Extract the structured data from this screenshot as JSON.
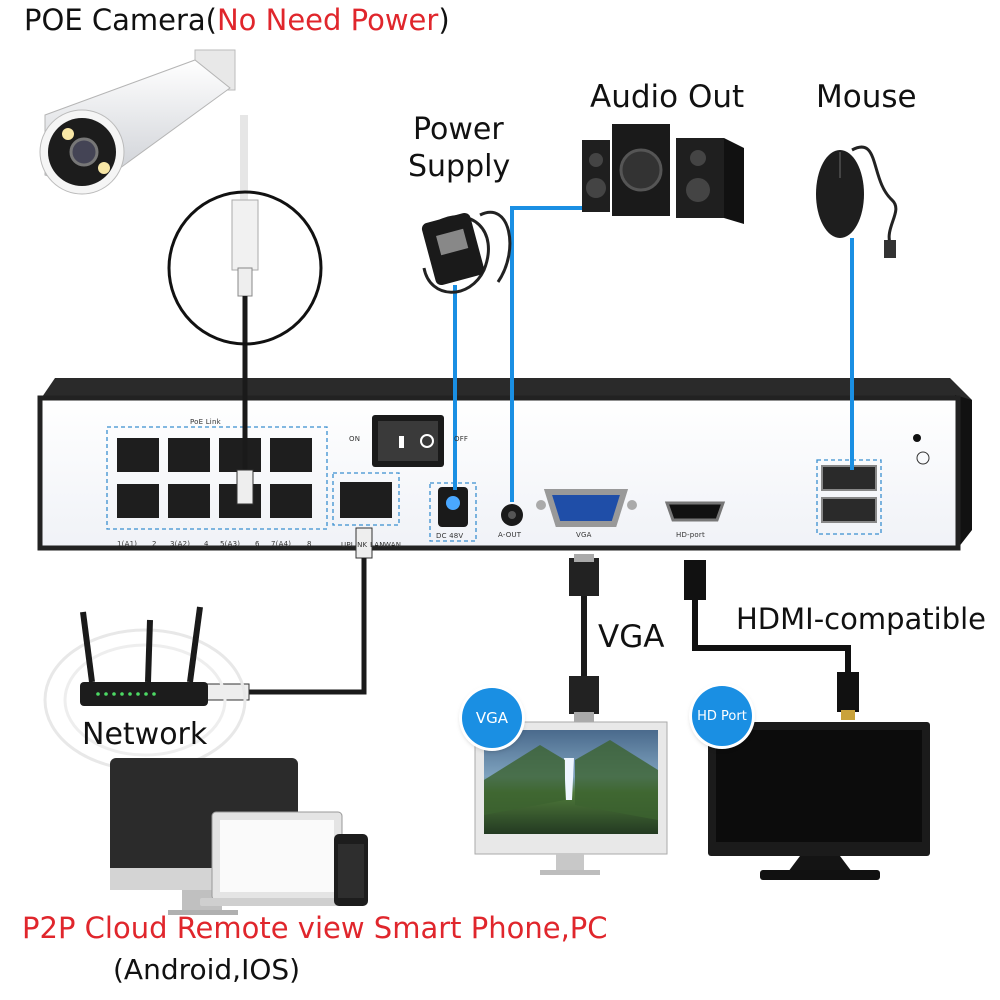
{
  "labels": {
    "camera_prefix": "POE Camera(",
    "camera_highlight": "No Need Power",
    "camera_suffix": ")",
    "power_supply_line1": "Power",
    "power_supply_line2": "Supply",
    "audio_out": "Audio Out",
    "mouse": "Mouse",
    "network": "Network",
    "vga": "VGA",
    "hdmi": "HDMI-compatible",
    "p2p": "P2P Cloud Remote view Smart Phone,PC",
    "platforms": "(Android,IOS)"
  },
  "nvr_panel": {
    "poe_link": "PoE Link",
    "on": "ON",
    "off": "OFF",
    "port_labels": [
      "1(A1)",
      "2",
      "3(A2)",
      "4",
      "5(A3)",
      "6",
      "7(A4)",
      "8"
    ],
    "uplink": "UPLINK",
    "lan": "LAN",
    "wan": "WAN",
    "dc": "DC 48V",
    "aout": "A-OUT",
    "vga": "VGA",
    "hdport": "HD-port"
  },
  "badges": {
    "vga": "VGA",
    "hdport": "HD Port"
  },
  "colors": {
    "accent_blue": "#1a8fe3",
    "highlight_red": "#e0262c"
  }
}
